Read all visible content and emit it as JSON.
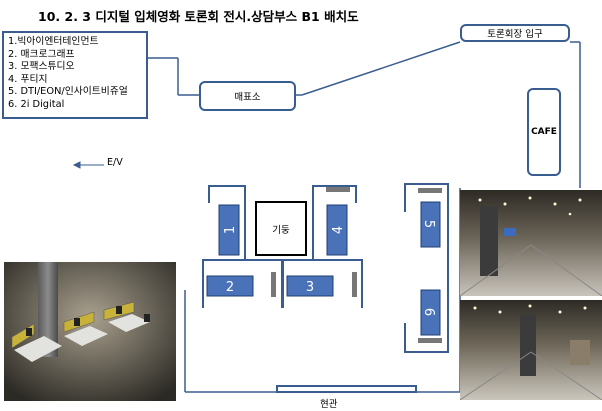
{
  "title": "10. 2. 3 디지털 입체영화 토론회 전시.상담부스 B1 배치도",
  "legend": [
    "1.빅아이엔터테인먼트",
    "2. 매크로그래프",
    "3. 모팩스튜디오",
    "4. 푸티지",
    "5. DTI/EON/인사이트비쥬얼",
    "6. 2i Digital"
  ],
  "labels": {
    "ticket": "매표소",
    "entrance": "토론회장 입구",
    "cafe": "CAFE",
    "pillar": "기둥",
    "exit": "현관",
    "ev": "E/V"
  },
  "booths": [
    "1",
    "2",
    "3",
    "4",
    "5",
    "6"
  ],
  "colors": {
    "wall": "#3a5d8f",
    "booth": "#4a72b8",
    "panel": "#777777"
  }
}
